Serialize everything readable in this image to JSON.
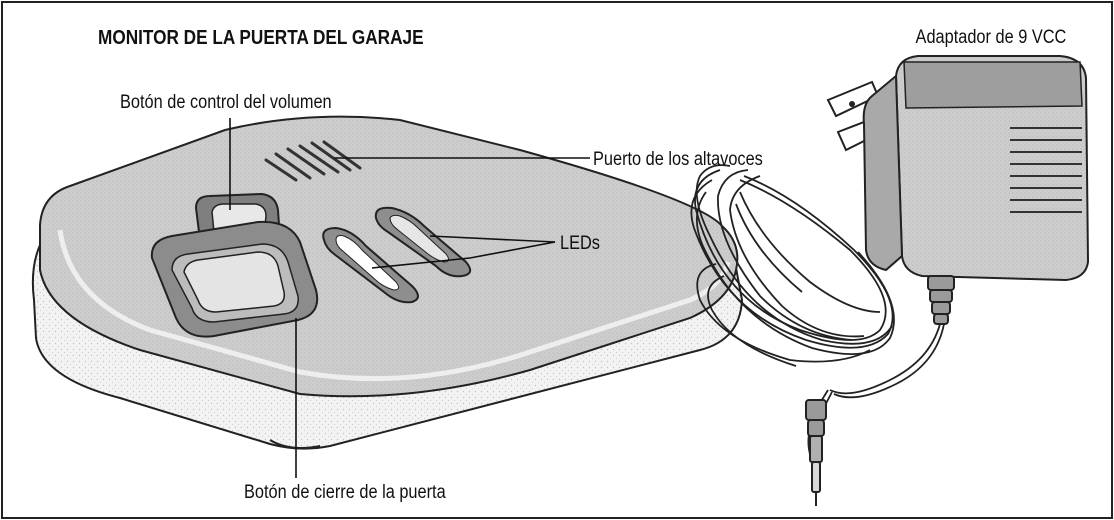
{
  "title": "MONITOR DE LA PUERTA DEL GARAJE",
  "labels": {
    "volume_button": "Botón de control del volumen",
    "speaker_port": "Puerto de los altavoces",
    "leds": "LEDs",
    "door_close_button": "Botón de cierre de la puerta",
    "adapter": "Adaptador de 9 VCC"
  },
  "colors": {
    "border": "#222222",
    "ink": "#111111",
    "body_fill": "#d2d2d2",
    "side_fill": "#f1f1f1",
    "dark_fill": "#8f8f8f"
  }
}
